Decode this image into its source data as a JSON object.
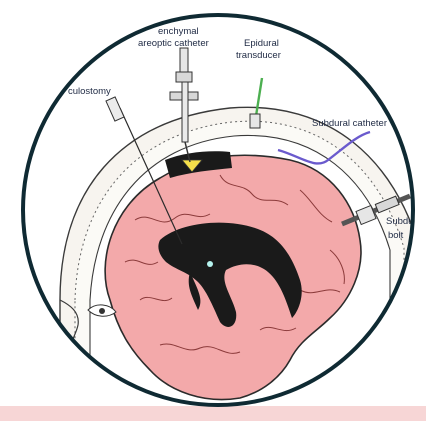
{
  "labels": {
    "parenchymal_catheter_line1": "enchymal",
    "parenchymal_catheter_line2": "areoptic catheter",
    "ventriculostomy": "culostomy",
    "epidural_line1": "Epidural",
    "epidural_line2": "transducer",
    "subdural_catheter": "Subdural catheter",
    "subdural_bolt_line1": "Subduı",
    "subdural_bolt_line2": "bolt"
  },
  "colors": {
    "brain": "#f3a9aa",
    "brain_outline": "#2b2b2b",
    "ventricle": "#1a1a1a",
    "skull": "#f7f4ef",
    "frame": "#0f2a33",
    "band": "#f7d6d6",
    "epidural_probe": "#4caf50",
    "subdural_catheter": "#6a5acd",
    "parenchymal_tip": "#f5e04a"
  },
  "icons": {
    "eye": "eye-icon",
    "bolt": "bolt-device-icon",
    "catheter": "catheter-device-icon"
  }
}
